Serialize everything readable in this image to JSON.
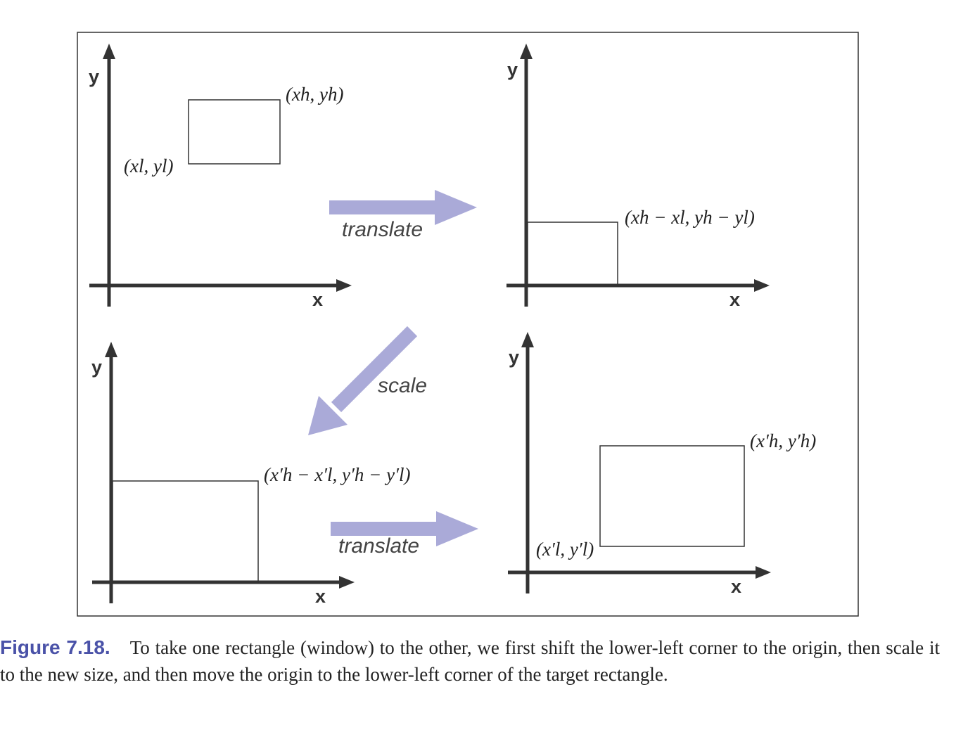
{
  "colors": {
    "accent_arrow": "#aaaad8",
    "axis": "#333333",
    "caption_label": "#4a52a8"
  },
  "panels": {
    "top_left": {
      "x_axis": "x",
      "y_axis": "y",
      "upper_corner": "(xh, yh)",
      "lower_corner": "(xl, yl)"
    },
    "top_right": {
      "x_axis": "x",
      "y_axis": "y",
      "corner": "(xh − xl, yh − yl)"
    },
    "bottom_left": {
      "x_axis": "x",
      "y_axis": "y",
      "corner": "(x′h − x′l, y′h − y′l)"
    },
    "bottom_right": {
      "x_axis": "x",
      "y_axis": "y",
      "upper_corner": "(x′h, y′h)",
      "lower_corner": "(x′l, y′l)"
    }
  },
  "arrows": {
    "translate_1": "translate",
    "scale": "scale",
    "translate_2": "translate"
  },
  "caption": {
    "label": "Figure 7.18.",
    "text": "To take one rectangle (window) to the other, we first shift the lower-left corner to the origin, then scale it to the new size, and then move the origin to the lower-left corner of the target rectangle."
  }
}
